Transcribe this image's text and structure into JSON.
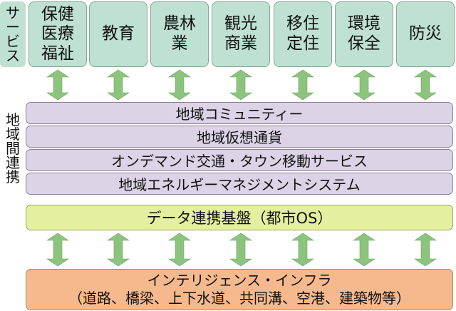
{
  "services_label": "サービス",
  "regional_label": "地域間連携",
  "services": [
    {
      "label": "保健\n医療\n福祉"
    },
    {
      "label": "教育"
    },
    {
      "label": "農林\n業"
    },
    {
      "label": "観光\n商業"
    },
    {
      "label": "移住\n定住"
    },
    {
      "label": "環境\n保全"
    },
    {
      "label": "防災"
    }
  ],
  "regional_rows": [
    {
      "label": "地域コミュニティー"
    },
    {
      "label": "地域仮想通貨"
    },
    {
      "label": "オンデマンド交通・タウン移動サービス"
    },
    {
      "label": "地域エネルギーマネジメントシステム"
    }
  ],
  "platform": {
    "label": "データ連携基盤（都市OS）"
  },
  "infrastructure": {
    "title": "インテリジェンス・インフラ",
    "detail": "（道路、橋梁、上下水道、共同溝、空港、建築物等）"
  },
  "colors": {
    "service_fill": "#bfe1d1",
    "regional_fill": "#dcd3e6",
    "platform_fill": "#e4ef9f",
    "infra_fill": "#f6b98d",
    "arrow": "#8cc47e"
  }
}
